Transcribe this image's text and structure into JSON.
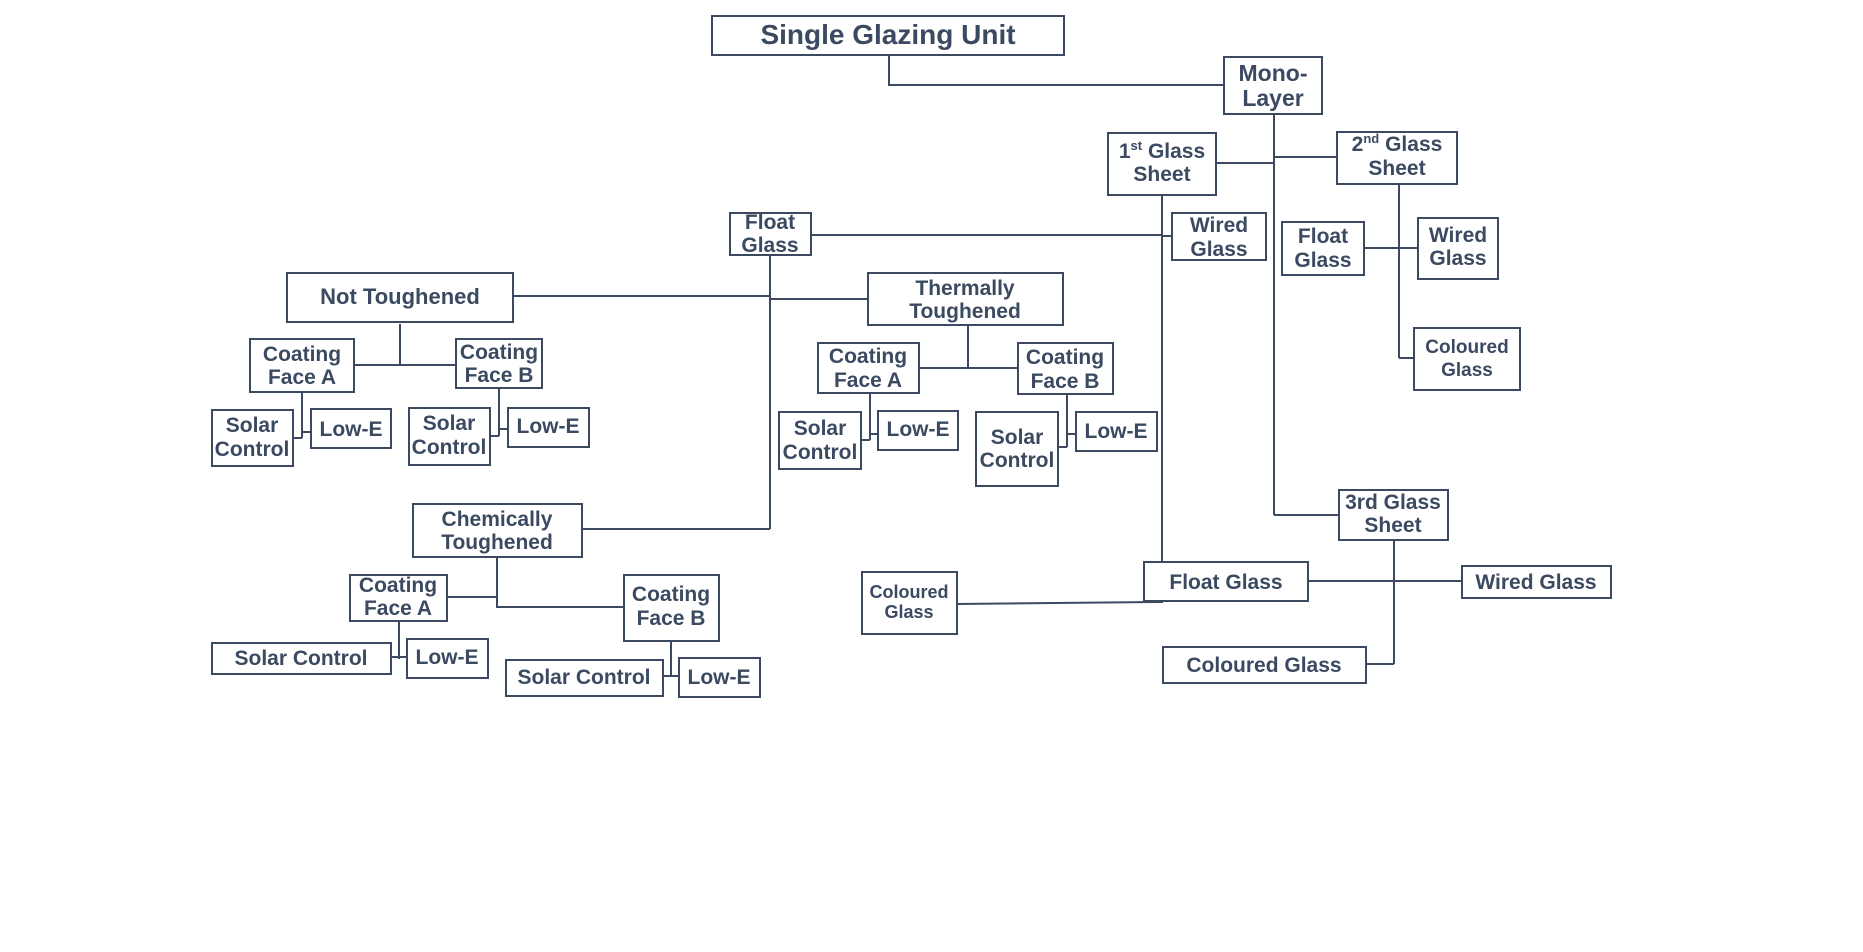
{
  "title": "Single Glazing Unit",
  "colors": {
    "stroke": "#3b4a61",
    "text": "#3b4a61",
    "background": "#ffffff"
  },
  "nodes": {
    "mono_layer": {
      "lines": [
        "Mono-",
        "Layer"
      ]
    },
    "sheet1": {
      "lines": [
        "1",
        "Glass",
        "Sheet"
      ],
      "sup": "st"
    },
    "sheet2": {
      "lines": [
        "2",
        "Glass",
        "Sheet"
      ],
      "sup": "nd"
    },
    "sheet3": {
      "lines": [
        "3rd Glass",
        "Sheet"
      ]
    },
    "s1_float": {
      "lines": [
        "Float",
        "Glass"
      ]
    },
    "s1_wired": {
      "lines": [
        "Wired",
        "Glass"
      ]
    },
    "s1_coloured": {
      "lines": [
        "Coloured",
        "Glass"
      ]
    },
    "not_toughened": {
      "lines": [
        "Not Toughened"
      ]
    },
    "thermally_toughened": {
      "lines": [
        "Thermally",
        "Toughened"
      ]
    },
    "chemically_toughened": {
      "lines": [
        "Chemically",
        "Toughened"
      ]
    },
    "nt_coat_a": {
      "lines": [
        "Coating",
        "Face A"
      ]
    },
    "nt_coat_b": {
      "lines": [
        "Coating",
        "Face B"
      ]
    },
    "nt_a_solar": {
      "lines": [
        "Solar",
        "Control"
      ]
    },
    "nt_a_lowe": {
      "lines": [
        "Low-E"
      ]
    },
    "nt_b_solar": {
      "lines": [
        "Solar",
        "Control"
      ]
    },
    "nt_b_lowe": {
      "lines": [
        "Low-E"
      ]
    },
    "tt_coat_a": {
      "lines": [
        "Coating",
        "Face A"
      ]
    },
    "tt_coat_b": {
      "lines": [
        "Coating",
        "Face B"
      ]
    },
    "tt_a_solar": {
      "lines": [
        "Solar",
        "Control"
      ]
    },
    "tt_a_lowe": {
      "lines": [
        "Low-E"
      ]
    },
    "tt_b_solar": {
      "lines": [
        "Solar",
        "Control"
      ]
    },
    "tt_b_lowe": {
      "lines": [
        "Low-E"
      ]
    },
    "ct_coat_a": {
      "lines": [
        "Coating",
        "Face A"
      ]
    },
    "ct_coat_b": {
      "lines": [
        "Coating",
        "Face B"
      ]
    },
    "ct_a_solar": {
      "lines": [
        "Solar Control"
      ]
    },
    "ct_a_lowe": {
      "lines": [
        "Low-E"
      ]
    },
    "ct_b_solar": {
      "lines": [
        "Solar Control"
      ]
    },
    "ct_b_lowe": {
      "lines": [
        "Low-E"
      ]
    },
    "s2_float": {
      "lines": [
        "Float",
        "Glass"
      ]
    },
    "s2_wired": {
      "lines": [
        "Wired",
        "Glass"
      ]
    },
    "s2_coloured": {
      "lines": [
        "Coloured",
        "Glass"
      ]
    },
    "s3_float": {
      "lines": [
        "Float Glass"
      ]
    },
    "s3_wired": {
      "lines": [
        "Wired Glass"
      ]
    },
    "s3_coloured": {
      "lines": [
        "Coloured Glass"
      ]
    }
  }
}
